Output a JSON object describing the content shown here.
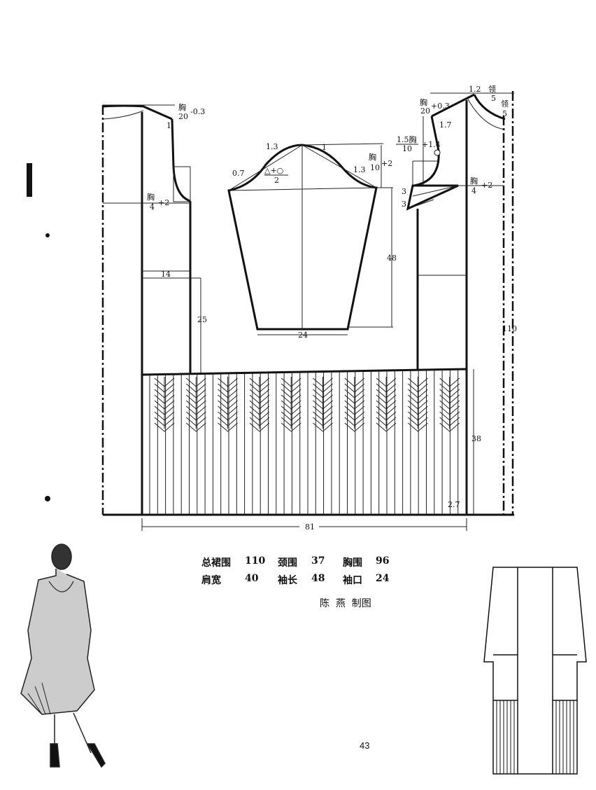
{
  "diagram": {
    "back": {
      "chest": "胸",
      "chest_div4": "4",
      "plus2": "+2",
      "shoulder_den": "20",
      "minus03": "-0.3",
      "one": "1",
      "w14": "14",
      "h25": "25"
    },
    "sleeve": {
      "l13": "1.3",
      "r13": "1.3",
      "one": "1",
      "l07": "0.7",
      "formula_num": "△+○",
      "formula_den": "2",
      "chest": "胸",
      "den10": "10",
      "plus2": "+2",
      "length": "48",
      "cuff": "24"
    },
    "front": {
      "w12": "1.2",
      "neck": "领",
      "neck_den": "5",
      "neck2": "领",
      "neck2_den": "5",
      "chest": "胸",
      "den20": "20",
      "plus03": "+0.3",
      "d17": "1.7",
      "f15": "1.5胸",
      "den10": "10",
      "plus14": "+1.4",
      "chest2": "胸",
      "den4": "4",
      "plus2": "+2",
      "three_a": "3",
      "three_b": "3"
    },
    "skirt": {
      "height": "38",
      "hem": "2.7",
      "width": "81",
      "total_length": "110"
    }
  },
  "specs": [
    {
      "label": "总裙围",
      "value": "110"
    },
    {
      "label": "颈围",
      "value": "37"
    },
    {
      "label": "胸围",
      "value": "96"
    },
    {
      "label": "肩宽",
      "value": "40"
    },
    {
      "label": "袖长",
      "value": "48"
    },
    {
      "label": "袖口",
      "value": "24"
    }
  ],
  "credit": "陈  燕  制图",
  "page_number": "43"
}
